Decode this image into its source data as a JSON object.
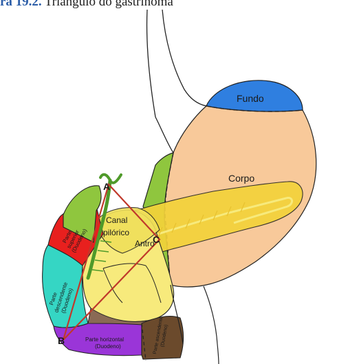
{
  "figure": {
    "caption_number": "ra 19.2.",
    "caption_text": "Triângulo do gastrinoma"
  },
  "labels": {
    "fundo": "Fundo",
    "corpo": "Corpo",
    "canal_line1": "Canal",
    "canal_line2": "pilórico",
    "antro": "Antro",
    "superior_line1": "Parte",
    "superior_line2": "superior",
    "superior_line3": "(Duodeno)",
    "descendente_line1": "Parte",
    "descendente_line2": "descendente",
    "descendente_line3": "(Duodeno)",
    "horizontal_line1": "Parte horizontal",
    "horizontal_line2": "(Duodeno)",
    "ascendente_line1": "Parte ascendente",
    "ascendente_line2": "(Duodeno)",
    "vertex_a": "A",
    "vertex_b": "B",
    "vertex_c": "C"
  },
  "colors": {
    "fundo": "#2f7fe0",
    "corpo": "#f8c99a",
    "antro": "#8fc63e",
    "canal": "#f0e05a",
    "pancreas": "#f3d23a",
    "pancreas_light": "#f7ea7c",
    "duodeno_superior": "#e8201e",
    "duodeno_descendente": "#35d6c4",
    "duodeno_horizontal": "#9a35d8",
    "duodeno_ascendente": "#6b4a2c",
    "triangle": "#c0392b"
  }
}
